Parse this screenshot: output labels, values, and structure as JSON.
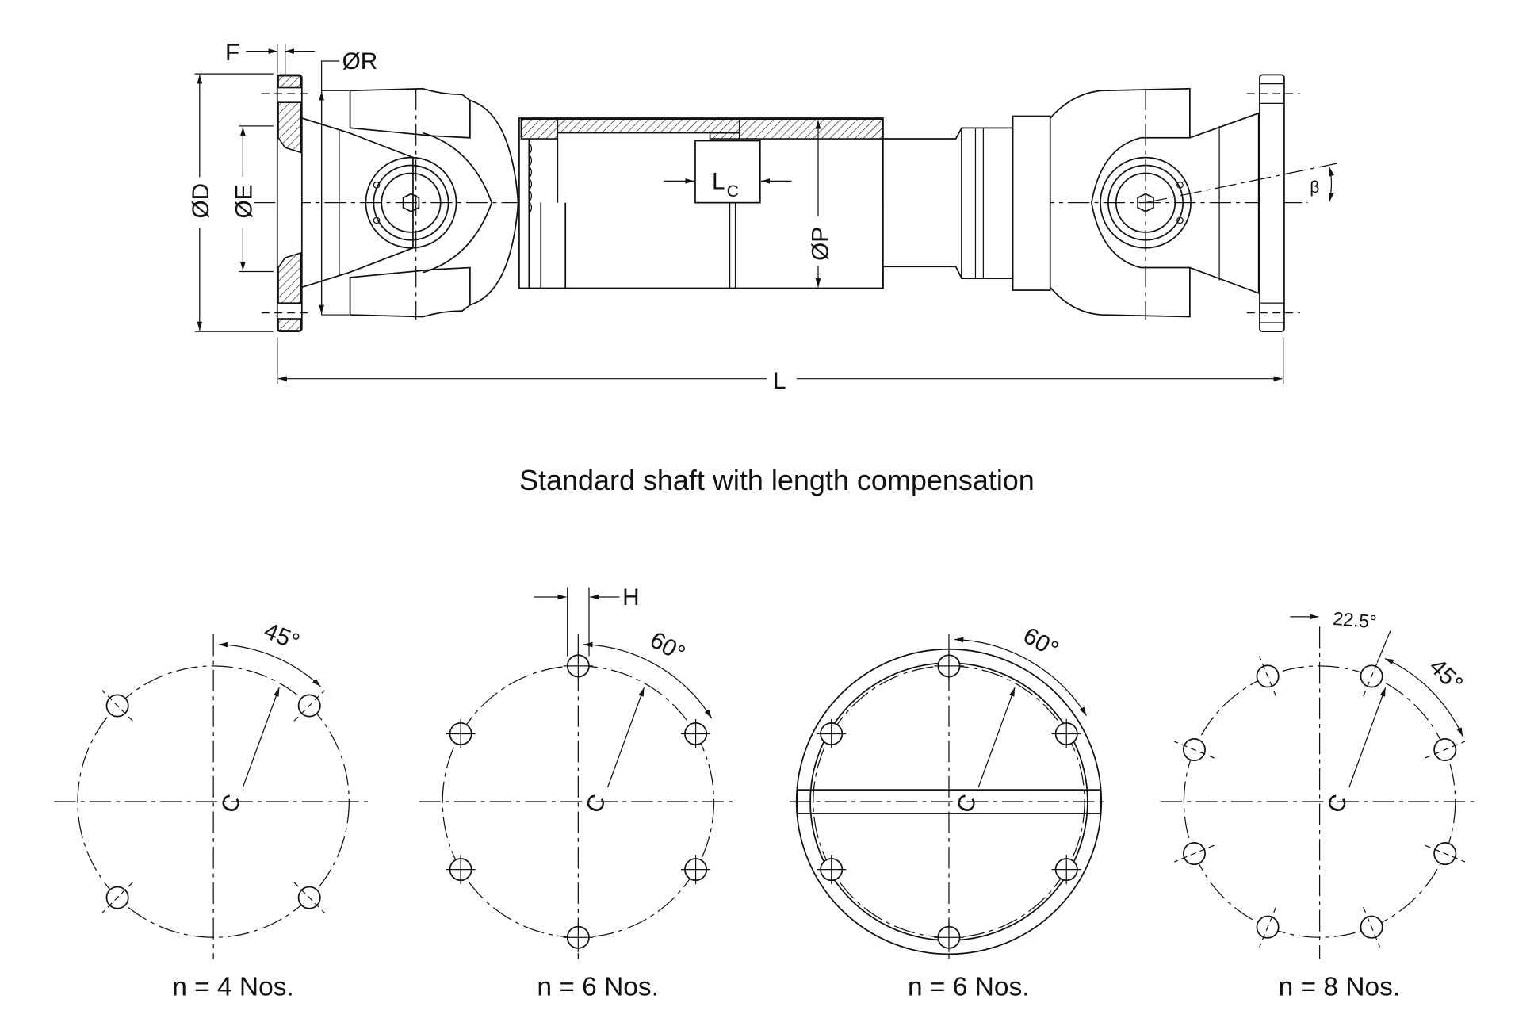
{
  "title": "Standard shaft with length compensation",
  "labels": {
    "F": "F",
    "R": "ØR",
    "D": "ØD",
    "E": "ØE",
    "Lc_main": "L",
    "Lc_sub": "C",
    "P": "ØP",
    "L": "L",
    "beta": "β"
  },
  "patterns": [
    {
      "caption": "n = 4 Nos.",
      "holes": 4,
      "offset_deg": 45,
      "angle_label": "45°",
      "radius_label": "C",
      "flange": "plain"
    },
    {
      "caption": "n = 6 Nos.",
      "holes": 6,
      "offset_deg": 0,
      "angle_label": "60°",
      "radius_label": "C",
      "hole_label": "H",
      "flange": "plain"
    },
    {
      "caption": "n = 6 Nos.",
      "holes": 6,
      "offset_deg": 0,
      "angle_label": "60°",
      "radius_label": "C",
      "flange": "ring-with-slot"
    },
    {
      "caption": "n = 8 Nos.",
      "holes": 8,
      "offset_deg": 22.5,
      "angle_label": "45°",
      "offset_label": "22.5°",
      "radius_label": "C",
      "flange": "plain"
    }
  ]
}
